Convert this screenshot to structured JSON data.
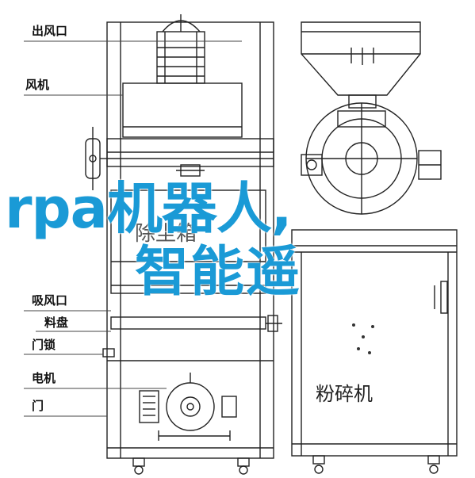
{
  "labels": {
    "outlet": "出风口",
    "fan": "风机",
    "suction_port": "吸风口",
    "tray": "料盘",
    "door_lock": "门锁",
    "motor": "电机",
    "door": "门"
  },
  "machine_caption": "粉碎机",
  "faint_text": "除尘箱",
  "overlay": {
    "line1": "rpa机器人,",
    "line2": "智能遥"
  },
  "colors": {
    "overlay_text": "#1a9ad6",
    "line_color": "#222222",
    "leader_color": "#444444"
  }
}
